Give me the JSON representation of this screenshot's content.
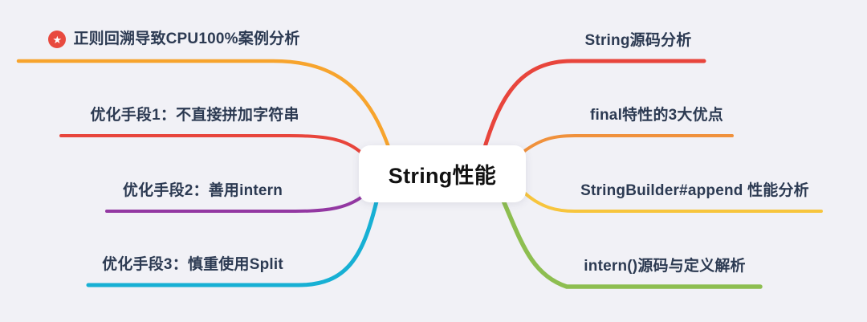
{
  "background": "#f1f1f6",
  "label_text_color": "#2c3a52",
  "center": {
    "label": "String性能",
    "bg": "#ffffff",
    "text_color": "#121212"
  },
  "left_branches": [
    {
      "label": "正则回溯导致CPU100%案例分析",
      "color": "#f7a42d",
      "icon": "star-badge-icon",
      "icon_color": "#e84a3f",
      "icon_glyph": "★"
    },
    {
      "label": "优化手段1：不直接拼加字符串",
      "color": "#e8453c"
    },
    {
      "label": "优化手段2：善用intern",
      "color": "#9338a2"
    },
    {
      "label": "优化手段3：慎重使用Split",
      "color": "#17b0d4"
    }
  ],
  "right_branches": [
    {
      "label": "String源码分析",
      "color": "#e8453c"
    },
    {
      "label": "final特性的3大优点",
      "color": "#f0913c"
    },
    {
      "label": "StringBuilder#append 性能分析",
      "color": "#f7c53d"
    },
    {
      "label": "intern()源码与定义解析",
      "color": "#8dbe50"
    }
  ]
}
